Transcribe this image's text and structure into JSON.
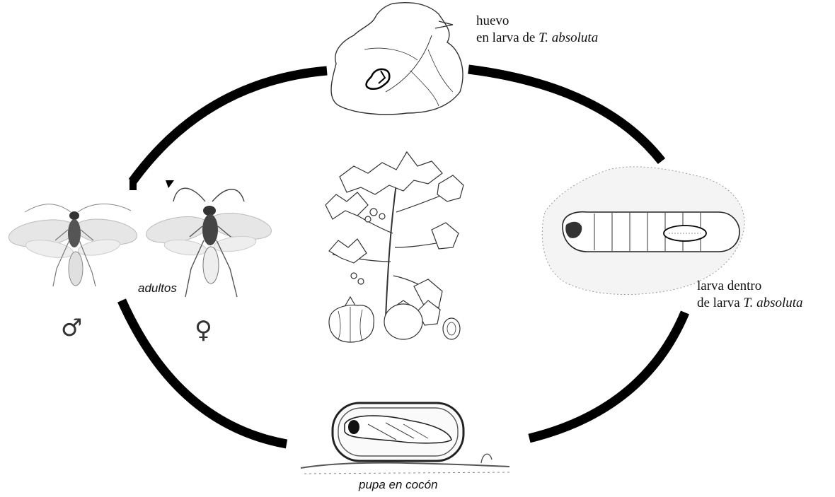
{
  "labels": {
    "egg_line1": "huevo",
    "egg_line2_prefix": "en larva de ",
    "egg_line2_species": "T. absoluta",
    "larva_line1": "larva dentro",
    "larva_line2_prefix": "de larva ",
    "larva_line2_species": "T. absoluta",
    "pupa": "pupa en cocón",
    "adults": "adultos",
    "male_symbol": "♂",
    "female_symbol": "♀"
  },
  "colors": {
    "cycle_arc": "#000000",
    "ink": "#333333",
    "wing": "#d9d9d9",
    "leaf_fill": "#ffffff"
  }
}
